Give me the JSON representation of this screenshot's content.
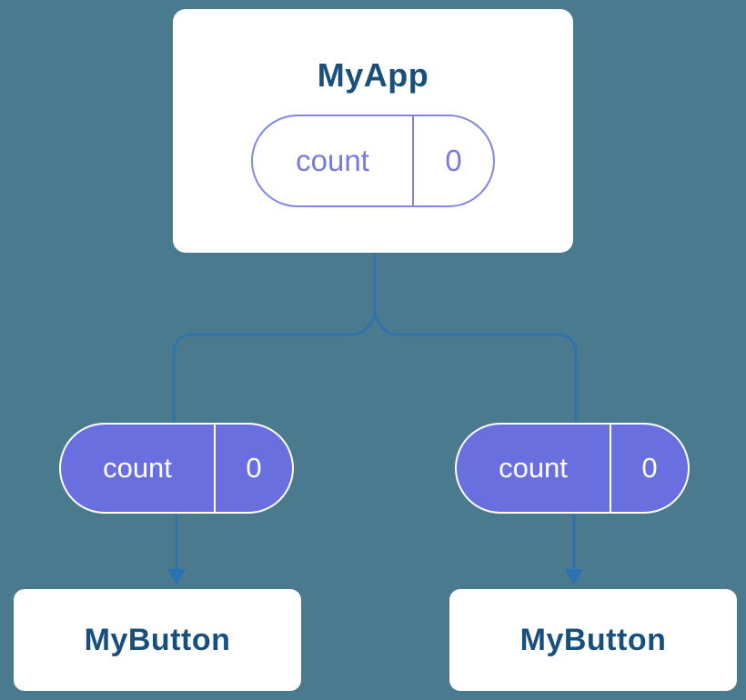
{
  "diagram": {
    "root": {
      "title": "MyApp",
      "state": {
        "label": "count",
        "value": "0"
      }
    },
    "branches": [
      {
        "pill": {
          "label": "count",
          "value": "0"
        },
        "node": {
          "title": "MyButton"
        }
      },
      {
        "pill": {
          "label": "count",
          "value": "0"
        },
        "node": {
          "title": "MyButton"
        }
      }
    ]
  },
  "colors": {
    "background": "#4a7a8e",
    "card_bg": "#ffffff",
    "card_text": "#17507d",
    "pill_fill": "#6a6fdf",
    "pill_outline": "#8185e6",
    "pill_text_purple": "#767ae2",
    "pill_text_light": "#ffffff",
    "connector": "#2b72b2"
  }
}
